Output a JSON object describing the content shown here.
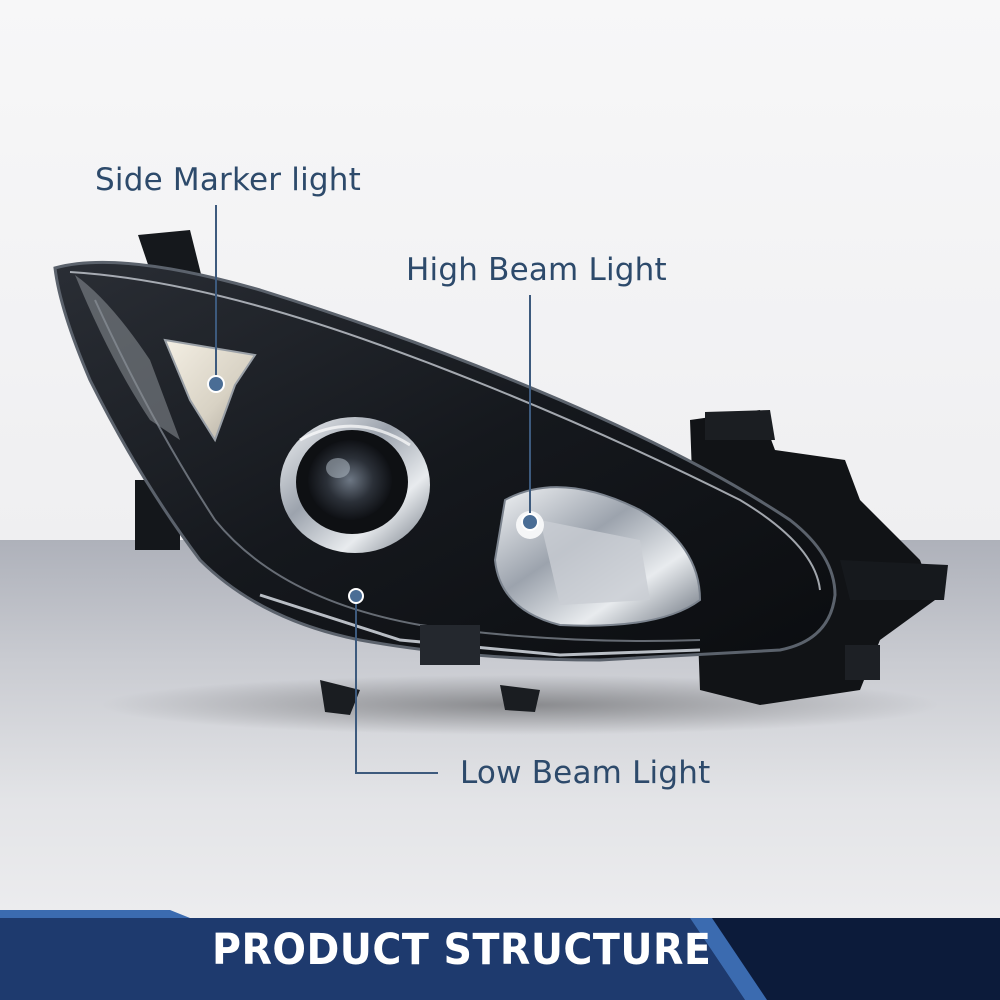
{
  "labels": {
    "side_marker": "Side Marker light",
    "high_beam": "High Beam Light",
    "low_beam": "Low Beam Light"
  },
  "banner": {
    "title": "PRODUCT STRUCTURE"
  },
  "colors": {
    "label_text": "#2d4a6b",
    "leader_line": "#3d5a7d",
    "banner_dark": "#0c1b3a",
    "banner_mid": "#1e3a6e",
    "banner_accent": "#3b6bb0"
  }
}
